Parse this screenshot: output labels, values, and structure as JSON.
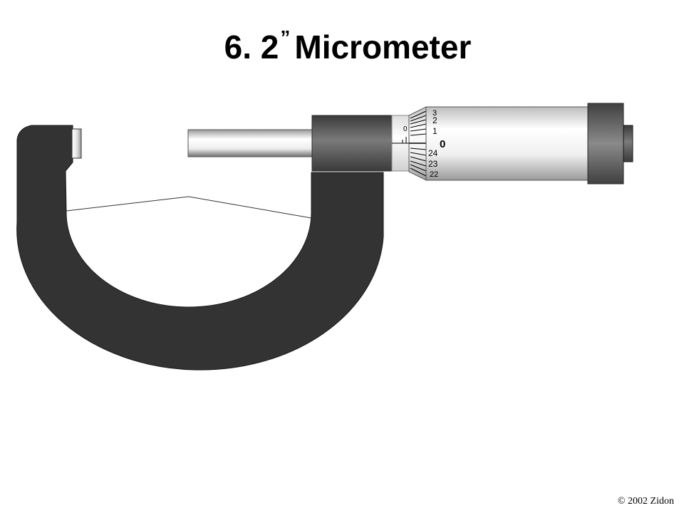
{
  "title": {
    "number": "6. 2",
    "quote": "”",
    "word": "Micrometer"
  },
  "thimble": {
    "labels_upper": [
      "3",
      "2",
      "1"
    ],
    "index_label": "0",
    "labels_lower": [
      "24",
      "23",
      "22"
    ]
  },
  "sleeve": {
    "label": "0"
  },
  "copyright": "© 2002 Zidon",
  "colors": {
    "frame": "#333333",
    "metal_dark": "#555555",
    "metal_light": "#f2f2f2"
  }
}
